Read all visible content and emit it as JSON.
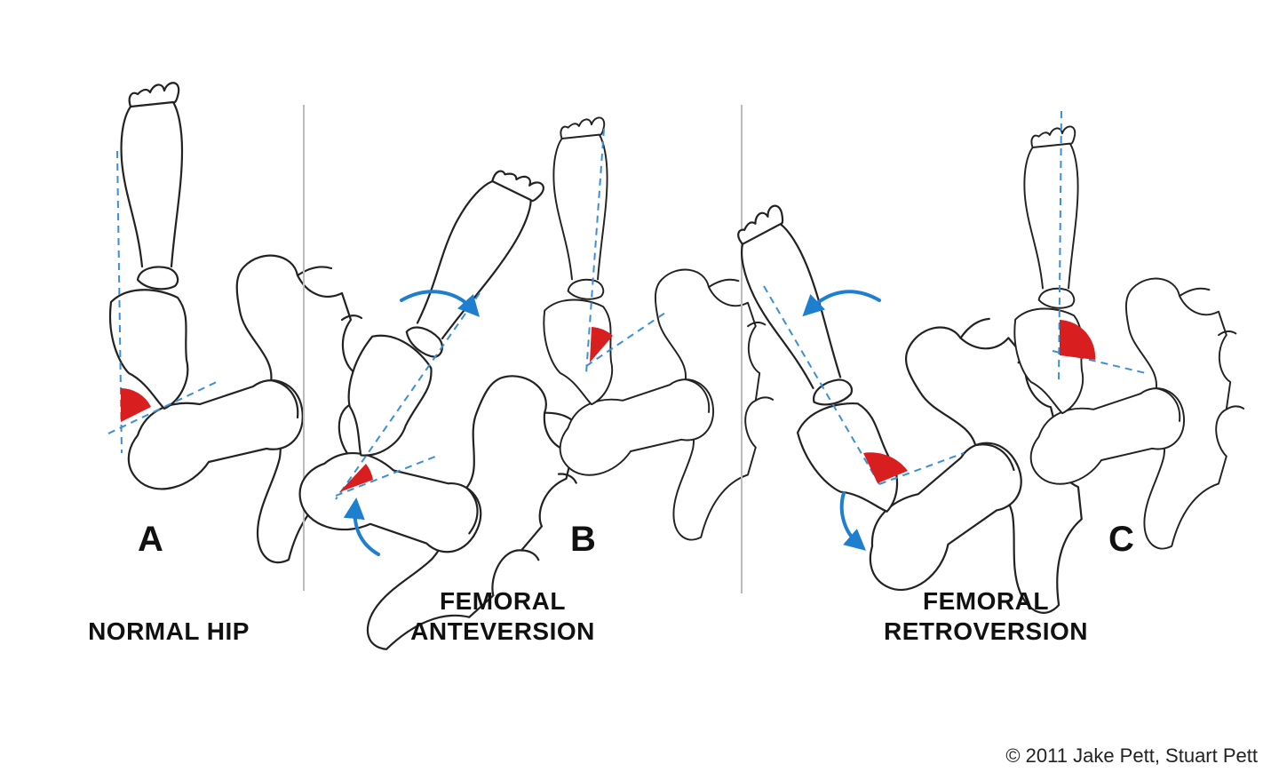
{
  "panels": [
    {
      "letter": "A",
      "caption_line1": "NORMAL HIP",
      "caption_line2": ""
    },
    {
      "letter": "B",
      "caption_line1": "FEMORAL",
      "caption_line2": "ANTEVERSION"
    },
    {
      "letter": "C",
      "caption_line1": "FEMORAL",
      "caption_line2": "RETROVERSION"
    }
  ],
  "copyright": "© 2011 Jake Pett, Stuart Pett",
  "colors": {
    "angle_wedge": "#d81e1e",
    "axis_line": "#3a8fd6",
    "rotation_arrow": "#1e7fd0",
    "outline": "#222222"
  }
}
